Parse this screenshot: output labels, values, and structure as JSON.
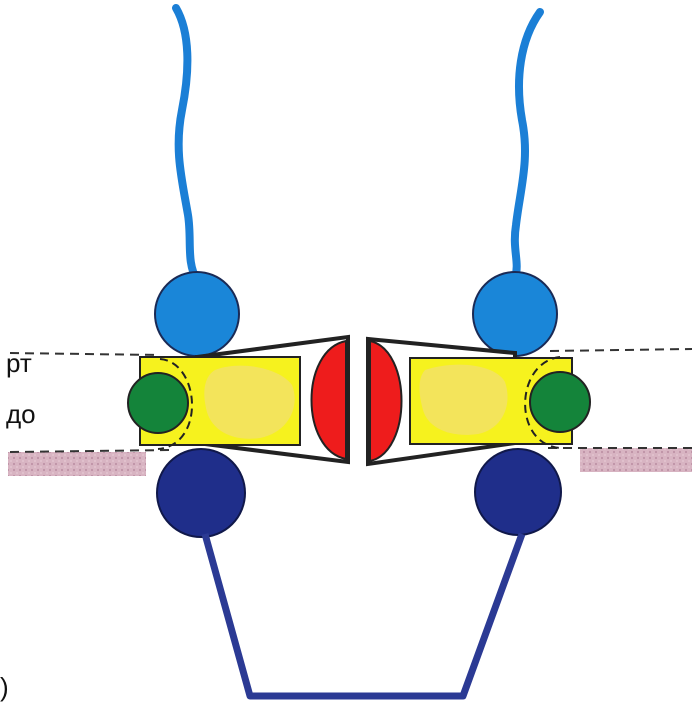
{
  "labels": {
    "line1": "рт",
    "line2": "до",
    "corner": ")"
  },
  "colors": {
    "tail": "#1b7fd6",
    "top_sphere": "#1a86d8",
    "bottom_sphere": "#1f2e8a",
    "linker": "#2b3a94",
    "yellow_block": "#f6f21e",
    "yellow_tint": "#f2e06a",
    "green_sphere": "#14843a",
    "red_half": "#ee1c1c",
    "outline": "#222222",
    "membrane": "#cfa6b6"
  },
  "icons": {
    "left_subunit": "protein-subunit",
    "right_subunit": "protein-subunit"
  }
}
